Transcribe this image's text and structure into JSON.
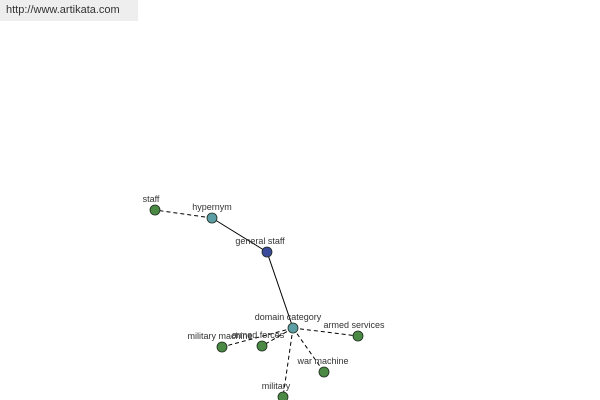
{
  "header": {
    "url": "http://www.artikata.com"
  },
  "graph": {
    "colors": {
      "center": "#3b4a9a",
      "relation": "#5b9ea6",
      "leaf": "#4a8a44",
      "edge": "#000000"
    },
    "nodes": {
      "general_staff": {
        "label": "general staff",
        "kind": "center"
      },
      "hypernym": {
        "label": "hypernym",
        "kind": "relation"
      },
      "domain_category": {
        "label": "domain category",
        "kind": "relation"
      },
      "staff": {
        "label": "staff",
        "kind": "leaf"
      },
      "armed_services": {
        "label": "armed services",
        "kind": "leaf"
      },
      "military_machine": {
        "label": "military machine",
        "kind": "leaf"
      },
      "armed_forces": {
        "label": "armed forces",
        "kind": "leaf"
      },
      "war_machine": {
        "label": "war machine",
        "kind": "leaf"
      },
      "military": {
        "label": "military",
        "kind": "leaf"
      }
    },
    "edges": [
      {
        "from": "general_staff",
        "to": "hypernym",
        "style": "solid"
      },
      {
        "from": "general_staff",
        "to": "domain_category",
        "style": "solid"
      },
      {
        "from": "hypernym",
        "to": "staff",
        "style": "dashed"
      },
      {
        "from": "domain_category",
        "to": "armed_services",
        "style": "dashed"
      },
      {
        "from": "domain_category",
        "to": "military_machine",
        "style": "dashed"
      },
      {
        "from": "domain_category",
        "to": "armed_forces",
        "style": "dashed"
      },
      {
        "from": "domain_category",
        "to": "war_machine",
        "style": "dashed"
      },
      {
        "from": "domain_category",
        "to": "military",
        "style": "dashed"
      }
    ]
  }
}
